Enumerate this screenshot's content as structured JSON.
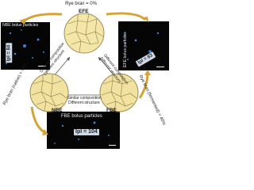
{
  "top_title": "Rye bran = 0%",
  "circles": {
    "efe": "EFE",
    "nbe": "NBE",
    "fbe": "FBE"
  },
  "panels": {
    "nbe_top": {
      "label": "NBE bolus particles",
      "index": "Ipl = 84"
    },
    "efe_right": {
      "label": "EFE bolus particles",
      "index": "Ipl = 83"
    },
    "fbe_bottom": {
      "label": "FBE bolus particles",
      "index": "Ipl = 104"
    }
  },
  "relations": {
    "left_diagonal": [
      "Different composition",
      "Different structure"
    ],
    "right_diagonal": [
      "Different composition",
      "Different structure"
    ],
    "bottom": [
      "Similar composition",
      "Different structure"
    ]
  },
  "side_labels": {
    "left": "Rye bran (native) = 40%",
    "right": "Rye bran (fermented) = 40%"
  },
  "colors": {
    "circle_fill": "#f4e6a6",
    "circle_stroke": "#9a8a58",
    "arrow": "#d4a437",
    "panel_bg": "#050505",
    "particle": "#3a7fd6"
  }
}
